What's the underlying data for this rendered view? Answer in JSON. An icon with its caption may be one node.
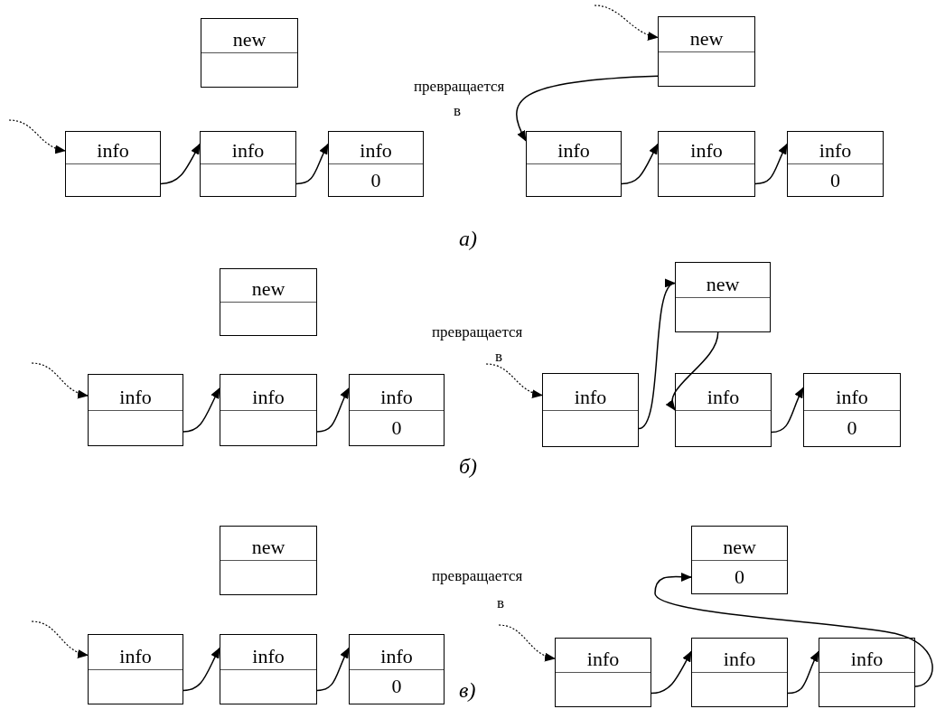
{
  "diagram": {
    "nodes": [
      {
        "text": [
          "new"
        ]
      },
      {
        "text": [
          "new"
        ]
      },
      {
        "text": [
          "info"
        ]
      },
      {
        "text": [
          "info"
        ]
      },
      {
        "text": [
          "info",
          "0"
        ]
      },
      {
        "text": [
          "info"
        ]
      },
      {
        "text": [
          "info"
        ]
      },
      {
        "text": [
          "info",
          "0"
        ]
      },
      {
        "text": [
          "new"
        ]
      },
      {
        "text": [
          "new"
        ]
      },
      {
        "text": [
          "info"
        ]
      },
      {
        "text": [
          "info"
        ]
      },
      {
        "text": [
          "info",
          "0"
        ]
      },
      {
        "text": [
          "info"
        ]
      },
      {
        "text": [
          "info"
        ]
      },
      {
        "text": [
          "info",
          "0"
        ]
      },
      {
        "text": [
          "new"
        ]
      },
      {
        "text": [
          "new",
          "0"
        ]
      },
      {
        "text": [
          "info"
        ]
      },
      {
        "text": [
          "info"
        ]
      },
      {
        "text": [
          "info",
          "0"
        ]
      },
      {
        "text": [
          "info"
        ]
      },
      {
        "text": [
          "info"
        ]
      },
      {
        "text": [
          "info"
        ]
      }
    ],
    "edges": [
      {
        "from": null,
        "to": 2,
        "arrow": "to",
        "style": "dashed"
      },
      {
        "from": 2,
        "to": 3,
        "arrow": "to"
      },
      {
        "from": 3,
        "to": 4,
        "arrow": "to"
      },
      {
        "from": null,
        "to": 1,
        "arrow": "to",
        "style": "dashed"
      },
      {
        "from": 1,
        "to": 5,
        "arrow": "to"
      },
      {
        "from": 5,
        "to": 6,
        "arrow": "to"
      },
      {
        "from": 6,
        "to": 7,
        "arrow": "to"
      },
      {
        "from": null,
        "to": 10,
        "arrow": "to",
        "style": "dashed"
      },
      {
        "from": 10,
        "to": 11,
        "arrow": "to"
      },
      {
        "from": 11,
        "to": 12,
        "arrow": "to"
      },
      {
        "from": null,
        "to": 13,
        "arrow": "to",
        "style": "dashed"
      },
      {
        "from": 13,
        "to": 9,
        "arrow": "to"
      },
      {
        "from": 9,
        "to": 14,
        "arrow": "to"
      },
      {
        "from": 14,
        "to": 15,
        "arrow": "to"
      },
      {
        "from": null,
        "to": 18,
        "arrow": "to",
        "style": "dashed"
      },
      {
        "from": 18,
        "to": 19,
        "arrow": "to"
      },
      {
        "from": 19,
        "to": 20,
        "arrow": "to"
      },
      {
        "from": null,
        "to": 21,
        "arrow": "to",
        "style": "dashed"
      },
      {
        "from": 21,
        "to": 22,
        "arrow": "to"
      },
      {
        "from": 22,
        "to": 23,
        "arrow": "to"
      },
      {
        "from": 23,
        "to": 17,
        "arrow": "to"
      }
    ],
    "labels": [
      "превращается",
      "в",
      "а)",
      "превращается",
      "в",
      "б)",
      "превращается",
      "в",
      "в)"
    ]
  }
}
